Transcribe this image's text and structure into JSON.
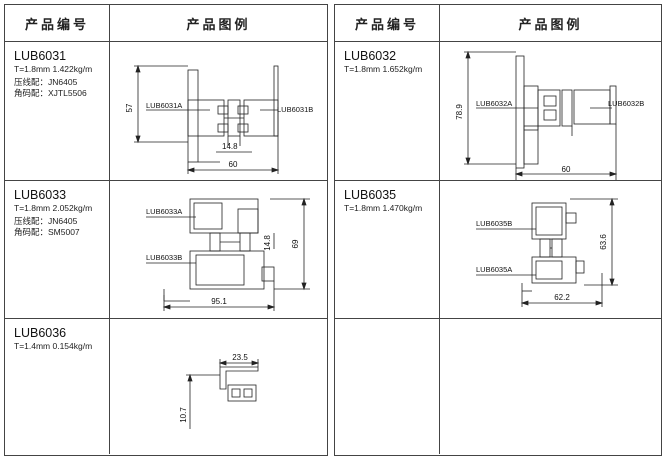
{
  "headers": {
    "code": "产品编号",
    "figure": "产品图例"
  },
  "products": [
    {
      "model": "LUB6031",
      "spec": "T=1.8mm  1.422kg/m",
      "accessories": [
        "压线配：JN6405",
        "角码配：XJTL5506"
      ],
      "labels": [
        "LUB6031A",
        "LUB6031B"
      ],
      "dimensions": [
        "57",
        "60",
        "14.8"
      ]
    },
    {
      "model": "LUB6032",
      "spec": "T=1.8mm  1.652kg/m",
      "accessories": [],
      "labels": [
        "LUB6032A",
        "LUB6032B"
      ],
      "dimensions": [
        "78.9",
        "60"
      ]
    },
    {
      "model": "LUB6033",
      "spec": "T=1.8mm  2.052kg/m",
      "accessories": [
        "压线配：JN6405",
        "角码配：SM5007"
      ],
      "labels": [
        "LUB6033A",
        "LUB6033B"
      ],
      "dimensions": [
        "14.8",
        "69",
        "95.1"
      ]
    },
    {
      "model": "LUB6035",
      "spec": "T=1.8mm  1.470kg/m",
      "accessories": [],
      "labels": [
        "LUB6035B",
        "LUB6035A"
      ],
      "dimensions": [
        "63.6",
        "62.2"
      ]
    },
    {
      "model": "LUB6036",
      "spec": "T=1.4mm  0.154kg/m",
      "accessories": [],
      "labels": [],
      "dimensions": [
        "23.5",
        "10.7"
      ]
    }
  ]
}
